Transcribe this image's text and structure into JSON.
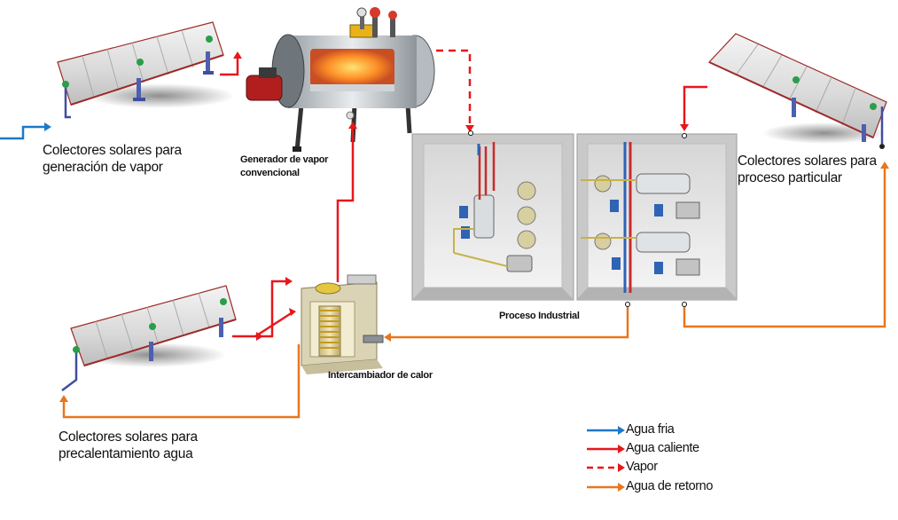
{
  "labels": {
    "collectors_steam": [
      "Colectores solares para",
      "generación de vapor"
    ],
    "collectors_process": [
      "Colectores solares para",
      "proceso particular"
    ],
    "collectors_preheat": [
      "Colectores solares para",
      "precalentamiento agua"
    ],
    "boiler": [
      "Generador de vapor",
      "convencional"
    ],
    "process": "Proceso Industrial",
    "heat_exchanger": "Intercambiador de calor"
  },
  "legend": [
    {
      "label": "Agua fria",
      "color": "#1f78c8",
      "style": "solid"
    },
    {
      "label": "Agua caliente",
      "color": "#e8171b",
      "style": "solid"
    },
    {
      "label": "Vapor",
      "color": "#e8171b",
      "style": "dashed"
    },
    {
      "label": "Agua de retorno",
      "color": "#e8761e",
      "style": "solid"
    }
  ],
  "colors": {
    "cold_water": "#1f78c8",
    "hot_water": "#e8171b",
    "steam": "#e8171b",
    "return_water": "#e8761e"
  }
}
